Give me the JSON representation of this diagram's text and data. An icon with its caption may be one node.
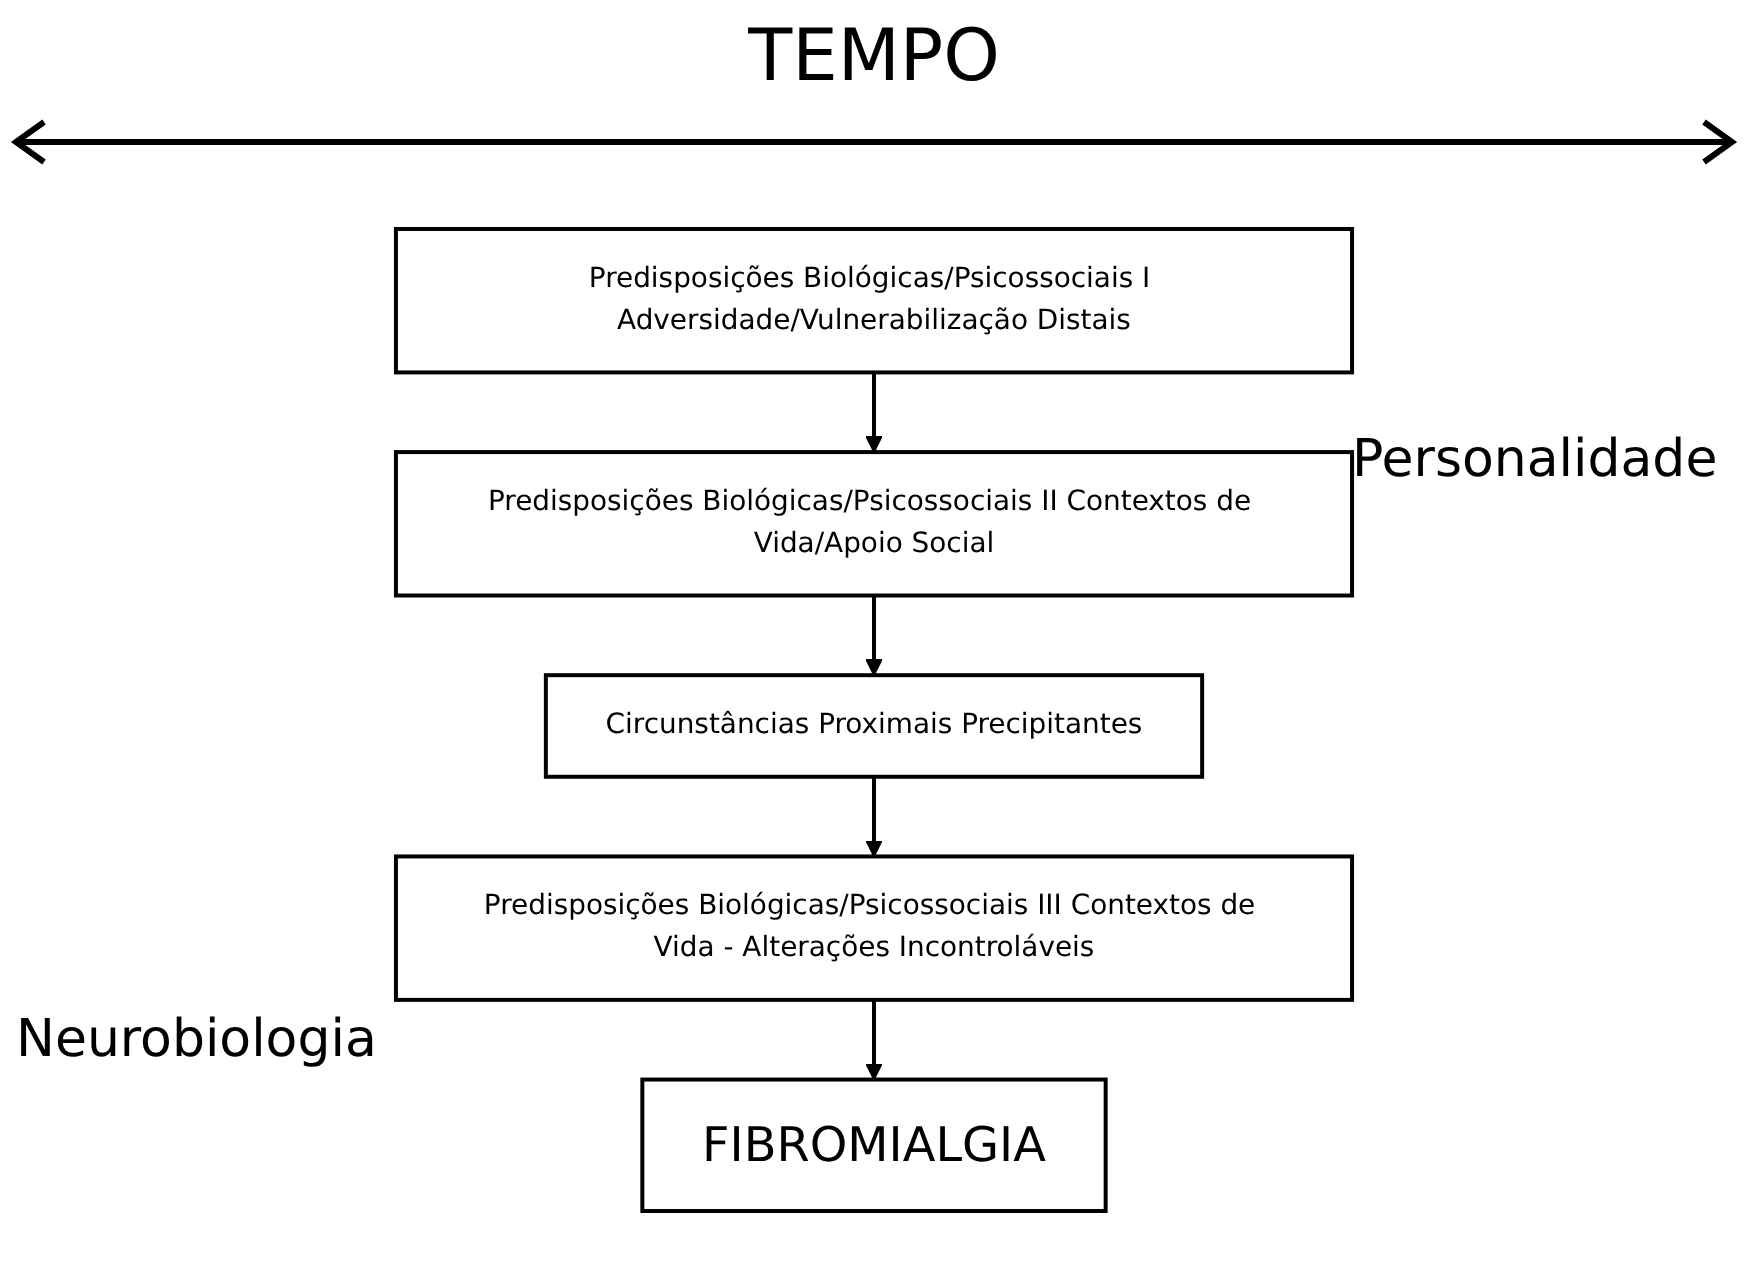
{
  "diagram": {
    "title": "TEMPO",
    "nodes": [
      {
        "text": [
          "Predisposições Biológicas/Psicossociais I Adversidade/Vulnerabilização Distais"
        ]
      },
      {
        "text": [
          "Predisposições Biológicas/Psicossociais II Contextos de Vida/Apoio Social"
        ]
      },
      {
        "text": [
          "Circunstâncias Proximais Precipitantes"
        ]
      },
      {
        "text": [
          "Predisposições Biológicas/Psicossociais III Contextos de Vida - Alterações Incontroláveis"
        ]
      },
      {
        "text": [
          "FIBROMIALGIA"
        ]
      }
    ],
    "edges": [
      {
        "from": 0,
        "to": 1,
        "arrow": "to"
      },
      {
        "from": 1,
        "to": 2,
        "arrow": "to"
      },
      {
        "from": 2,
        "to": 3,
        "arrow": "to"
      },
      {
        "from": 3,
        "to": 4,
        "arrow": "to"
      }
    ],
    "labels": [
      "Personalidade",
      "Neurobiologia"
    ]
  }
}
